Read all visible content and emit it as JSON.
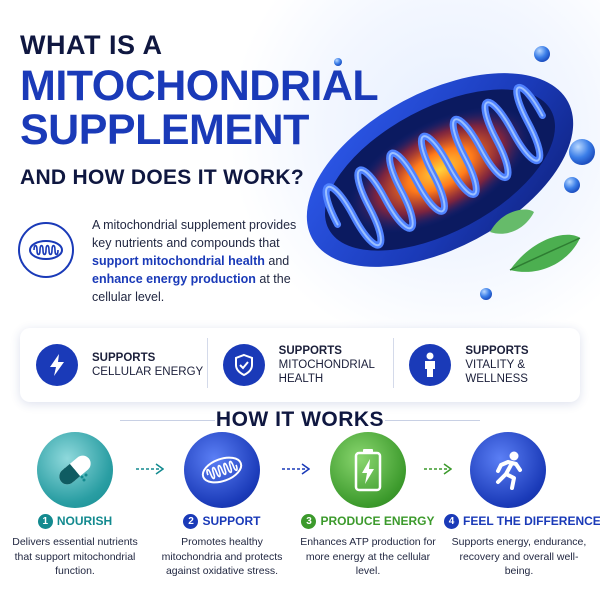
{
  "title": {
    "line1": "WHAT IS A",
    "line2": "MITOCHONDRIAL",
    "line3": "SUPPLEMENT",
    "line4": "AND HOW DOES IT WORK?"
  },
  "intro": {
    "icon": "mitochondria-icon",
    "text_part1": "A mitochondrial supplement provides key nutrients and compounds that ",
    "highlight1": "support mitochondrial health",
    "text_part2": " and ",
    "highlight2": "enhance energy production",
    "text_part3": " at the cellular level."
  },
  "benefits": [
    {
      "icon": "lightning-icon",
      "bold": "SUPPORTS",
      "regular": "CELLULAR ENERGY"
    },
    {
      "icon": "shield-check-icon",
      "bold": "SUPPORTS",
      "regular": "MITOCHONDRIAL HEALTH"
    },
    {
      "icon": "person-icon",
      "bold": "SUPPORTS",
      "regular": "VITALITY & WELLNESS"
    }
  ],
  "how_it_works": {
    "title": "HOW IT WORKS",
    "steps": [
      {
        "num": "1",
        "label": "NOURISH",
        "color": "#138a8f",
        "icon": "capsule-icon",
        "desc": "Delivers essential nutrients that support mitochondrial function."
      },
      {
        "num": "2",
        "label": "SUPPORT",
        "color": "#1a3ab8",
        "icon": "mitochondria-icon",
        "desc": "Promotes healthy mitochondria and protects against oxidative stress."
      },
      {
        "num": "3",
        "label": "PRODUCE ENERGY",
        "color": "#3c9a2c",
        "icon": "battery-bolt-icon",
        "desc": "Enhances ATP production for more energy at the cellular level."
      },
      {
        "num": "4",
        "label": "FEEL THE DIFFERENCE",
        "color": "#1a3ab8",
        "icon": "running-person-icon",
        "desc": "Supports energy, endurance, recovery and overall well-being."
      }
    ]
  },
  "colors": {
    "primary_blue": "#1a3ab8",
    "dark_navy": "#0f1740",
    "teal": "#138a8f",
    "green": "#3c9a2c",
    "leaf_green": "#4caf50",
    "orange_glow": "#ff7a1a"
  }
}
